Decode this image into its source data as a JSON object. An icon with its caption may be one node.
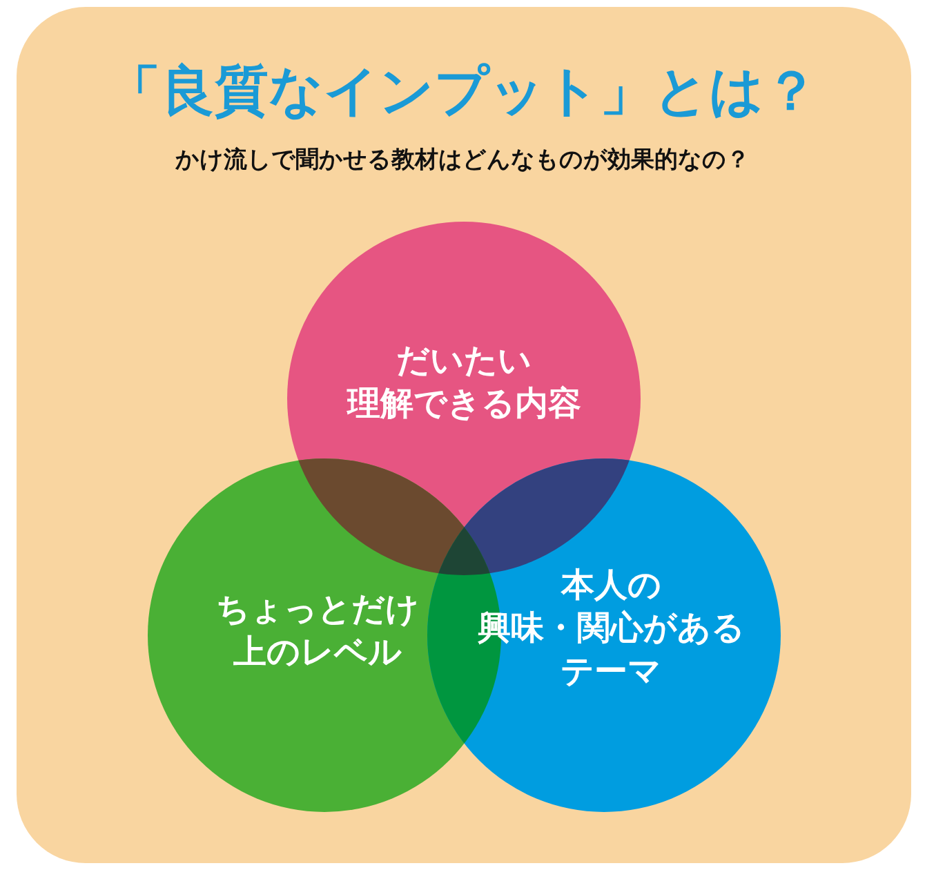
{
  "diagram": {
    "title": "「良質なインプット」とは？",
    "caption": "かけ流しで聞かせる教材はどんなものが効果的なの？",
    "nodes": [
      {
        "text": [
          "だいたい理解できる内容"
        ]
      },
      {
        "text": [
          "ちょっとだけ上のレベル"
        ]
      },
      {
        "text": [
          "本人の興味・関心があるテーマ"
        ]
      }
    ]
  }
}
